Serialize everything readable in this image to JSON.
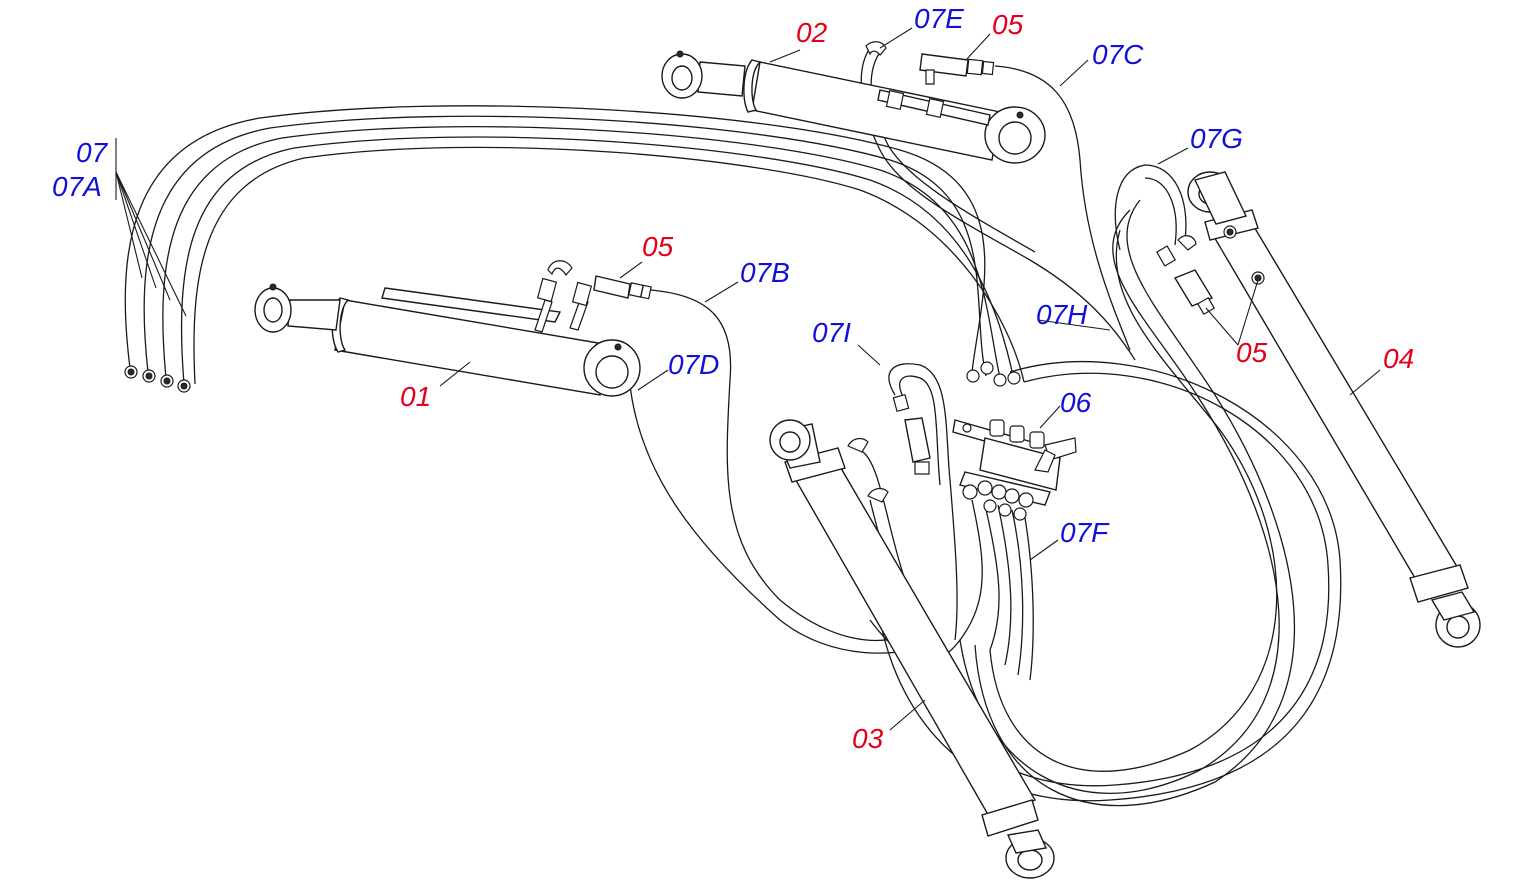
{
  "colors": {
    "part_label": "#e2001a",
    "hose_label": "#1010d8",
    "line": "#1a1a1a",
    "background": "#ffffff"
  },
  "labels": {
    "cyl_01": "01",
    "cyl_02": "02",
    "cyl_03": "03",
    "cyl_04": "04",
    "valve_05_top": "05",
    "valve_05_left": "05",
    "valve_05_right": "05",
    "manifold_06": "06",
    "hose_07": "07",
    "hose_07A": "07A",
    "hose_07B": "07B",
    "hose_07C": "07C",
    "hose_07D": "07D",
    "hose_07E": "07E",
    "hose_07F": "07F",
    "hose_07G": "07G",
    "hose_07H": "07H",
    "hose_07I": "07I"
  }
}
